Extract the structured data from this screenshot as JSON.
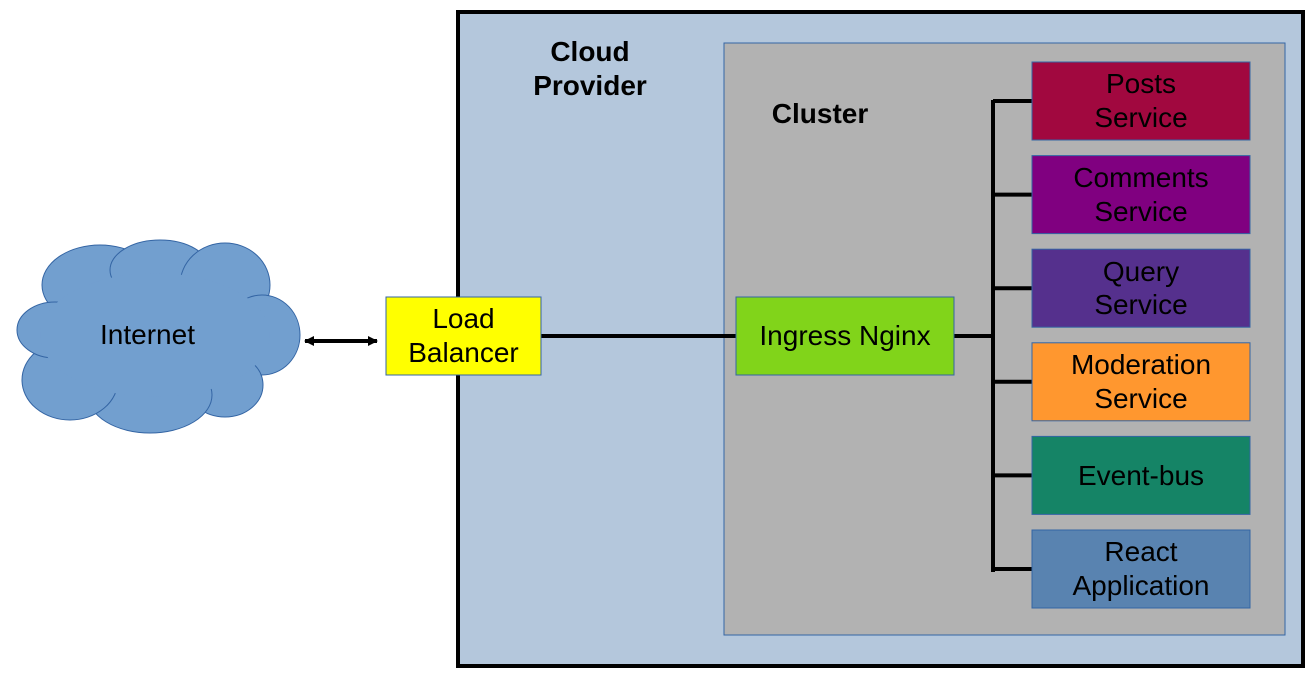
{
  "cloud_provider": {
    "label": "Cloud\nProvider",
    "fill": "#b4c7dc",
    "border": "#000000"
  },
  "cluster": {
    "label": "Cluster",
    "fill": "#b2b2b2",
    "border": "#3465a4"
  },
  "internet": {
    "label": "Internet",
    "fill": "#729fcf",
    "border": "#3465a4"
  },
  "load_balancer": {
    "label": "Load\nBalancer",
    "fill": "#ffff00",
    "border": "#3465a4"
  },
  "ingress": {
    "label": "Ingress Nginx",
    "fill": "#81d41a",
    "border": "#3465a4"
  },
  "services": [
    {
      "label": "Posts\nService",
      "fill": "#a1083f",
      "text_color": "#000000"
    },
    {
      "label": "Comments\nService",
      "fill": "#800080",
      "text_color": "#000000"
    },
    {
      "label": "Query\nService",
      "fill": "#55308d",
      "text_color": "#000000"
    },
    {
      "label": "Moderation\nService",
      "fill": "#ff972f",
      "text_color": "#000000"
    },
    {
      "label": "Event-bus",
      "fill": "#158466",
      "text_color": "#000000"
    },
    {
      "label": "React\nApplication",
      "fill": "#5983b0",
      "text_color": "#000000"
    }
  ]
}
